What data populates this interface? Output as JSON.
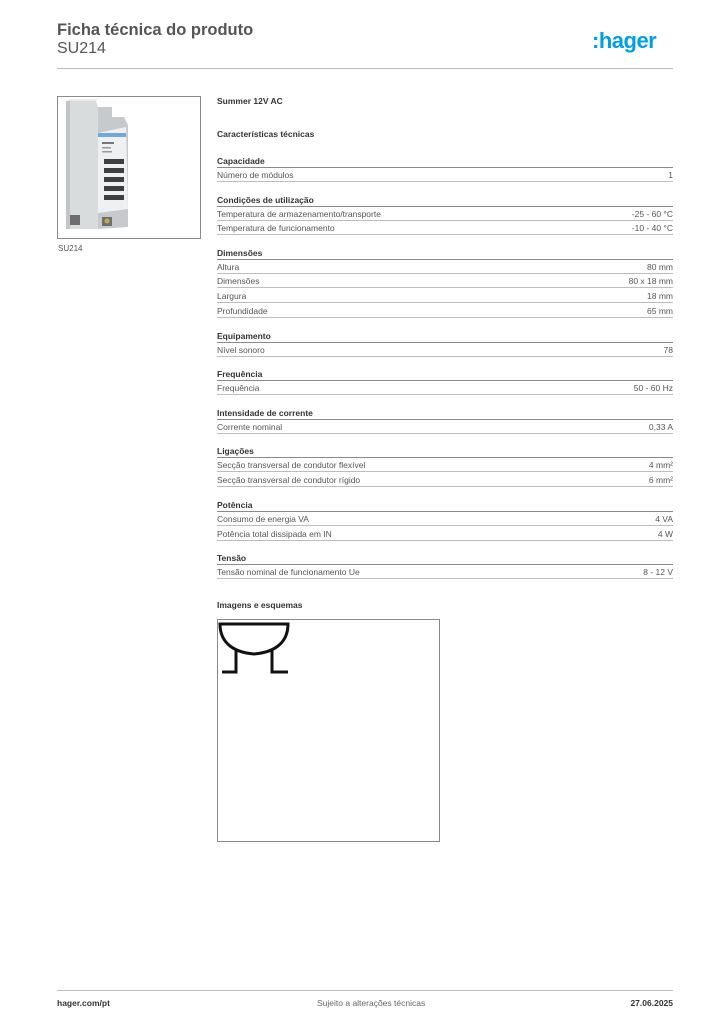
{
  "header": {
    "title": "Ficha técnica do produto",
    "code": "SU214",
    "logo_text": ":hager"
  },
  "product": {
    "image_caption": "SU214",
    "name": "Summer 12V AC",
    "tech_heading": "Características técnicas"
  },
  "groups": [
    {
      "title": "Capacidade",
      "rows": [
        {
          "label": "Número de módulos",
          "value": "1"
        }
      ]
    },
    {
      "title": "Condições de utilização",
      "rows": [
        {
          "label": "Temperatura de armazenamento/transporte",
          "value": "-25 - 60 °C"
        },
        {
          "label": "Temperatura de funcionamento",
          "value": "-10 - 40 °C"
        }
      ]
    },
    {
      "title": "Dimensões",
      "rows": [
        {
          "label": "Altura",
          "value": "80 mm"
        },
        {
          "label": "Dimensões",
          "value": "80 x 18 mm"
        },
        {
          "label": "Largura",
          "value": "18 mm"
        },
        {
          "label": "Profundidade",
          "value": "65 mm"
        }
      ]
    },
    {
      "title": "Equipamento",
      "rows": [
        {
          "label": "Nível sonoro",
          "value": "78"
        }
      ]
    },
    {
      "title": "Frequência",
      "rows": [
        {
          "label": "Frequência",
          "value": "50 - 60 Hz"
        }
      ]
    },
    {
      "title": "Intensidade de corrente",
      "rows": [
        {
          "label": "Corrente nominal",
          "value": "0,33 A"
        }
      ]
    },
    {
      "title": "Ligações",
      "rows": [
        {
          "label": "Secção transversal de condutor flexível",
          "value": "4 mm²"
        },
        {
          "label": "Secção transversal de condutor rígido",
          "value": "6 mm²"
        }
      ]
    },
    {
      "title": "Potência",
      "rows": [
        {
          "label": "Consumo de energia VA",
          "value": "4 VA"
        },
        {
          "label": "Potência total dissipada em IN",
          "value": "4 W"
        }
      ]
    },
    {
      "title": "Tensão",
      "rows": [
        {
          "label": "Tensão nominal de funcionamento Ue",
          "value": "8 - 12 V"
        }
      ]
    }
  ],
  "images": {
    "heading": "Imagens e esquemas"
  },
  "footer": {
    "website": "hager.com/pt",
    "notice": "Sujeito a alterações técnicas",
    "date": "27.06.2025"
  },
  "colors": {
    "brand": "#009fe3",
    "text": "#333333",
    "rule": "#8a8a8a"
  }
}
